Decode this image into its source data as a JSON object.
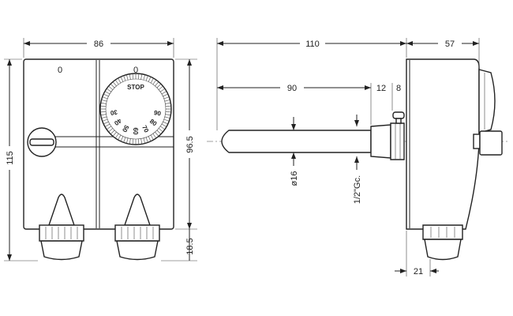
{
  "front_view": {
    "width_label": "86",
    "height_label": "115",
    "body_height_label": "96.5",
    "knob_height_label": "18.5",
    "switch_marks": [
      "0",
      "0"
    ],
    "dial": {
      "top_mark": "0",
      "stop_label": "STOP",
      "scale": [
        "30",
        "40",
        "50",
        "60",
        "70",
        "80",
        "90"
      ]
    }
  },
  "side_view": {
    "total_length_label": "110",
    "depth_label": "57",
    "probe_length_label": "90",
    "fitting_length_label": "12",
    "nut_length_label": "8",
    "probe_diameter_label": "ø16",
    "thread_label": "1/2\"Gc.",
    "knob_offset_label": "21"
  }
}
